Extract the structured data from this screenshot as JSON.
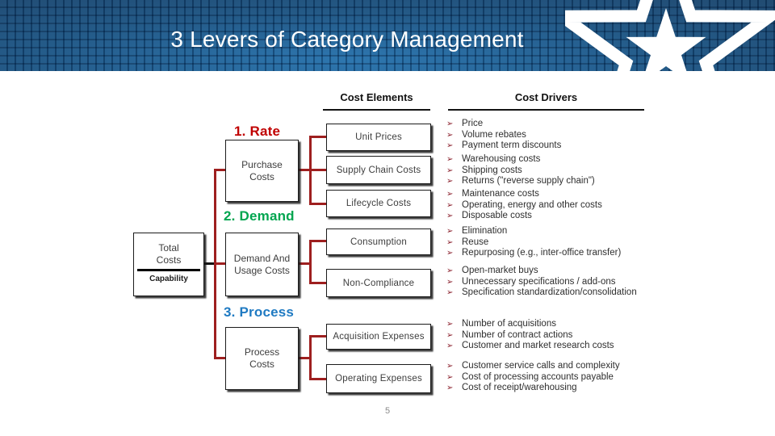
{
  "slide": {
    "title": "3 Levers of Category Management",
    "page_number": "5"
  },
  "glyphs": {
    "bullet": "➢"
  },
  "colors": {
    "header_blue": "#11507F",
    "rate_red": "#C00000",
    "demand_green": "#00A54F",
    "process_blue": "#1F7AC2",
    "connector_red": "#9E1F1F"
  },
  "columns": {
    "elements_header": "Cost Elements",
    "drivers_header": "Cost Drivers"
  },
  "diagram": {
    "total_box": {
      "line1": "Total",
      "line2": "Costs",
      "capability": "Capability"
    },
    "groups": [
      {
        "lever": "1. Rate",
        "lever_box": "Purchase Costs",
        "elements": [
          {
            "name": "Unit Prices",
            "drivers": [
              "Price",
              "Volume rebates",
              "Payment term discounts"
            ]
          },
          {
            "name": "Supply Chain Costs",
            "drivers": [
              "Warehousing costs",
              "Shipping costs",
              "Returns (\"reverse supply chain\")"
            ]
          },
          {
            "name": "Lifecycle Costs",
            "drivers": [
              "Maintenance costs",
              "Operating, energy and other costs",
              "Disposable costs"
            ]
          }
        ]
      },
      {
        "lever": "2. Demand",
        "lever_box": "Demand And Usage Costs",
        "elements": [
          {
            "name": "Consumption",
            "drivers": [
              "Elimination",
              "Reuse",
              "Repurposing (e.g., inter-office transfer)"
            ]
          },
          {
            "name": "Non-Compliance",
            "drivers": [
              "Open-market buys",
              "Unnecessary specifications / add-ons",
              "Specification standardization/consolidation"
            ]
          }
        ]
      },
      {
        "lever": "3. Process",
        "lever_box": "Process Costs",
        "elements": [
          {
            "name": "Acquisition Expenses",
            "drivers": [
              "Number of acquisitions",
              "Number of contract actions",
              "Customer and market research costs"
            ]
          },
          {
            "name": "Operating Expenses",
            "drivers": [
              "Customer service calls and complexity",
              "Cost of processing accounts payable",
              "Cost of receipt/warehousing"
            ]
          }
        ]
      }
    ]
  }
}
